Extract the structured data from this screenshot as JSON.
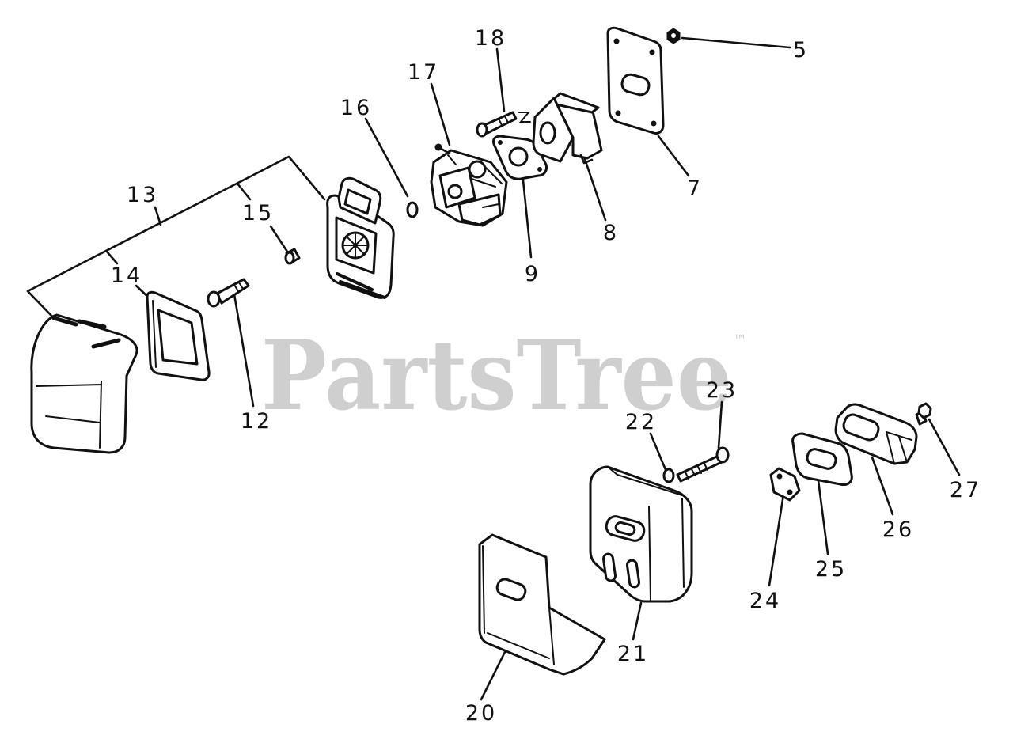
{
  "watermark": {
    "brand": "PartsTree",
    "trademark": "™"
  },
  "callouts": [
    "18",
    "5",
    "17",
    "16",
    "7",
    "13",
    "15",
    "8",
    "14",
    "9",
    "12",
    "23",
    "22",
    "27",
    "26",
    "25",
    "24",
    "21",
    "20"
  ],
  "colors": {
    "line": "#111111",
    "watermark": "#cfcfcf",
    "background": "#ffffff"
  }
}
